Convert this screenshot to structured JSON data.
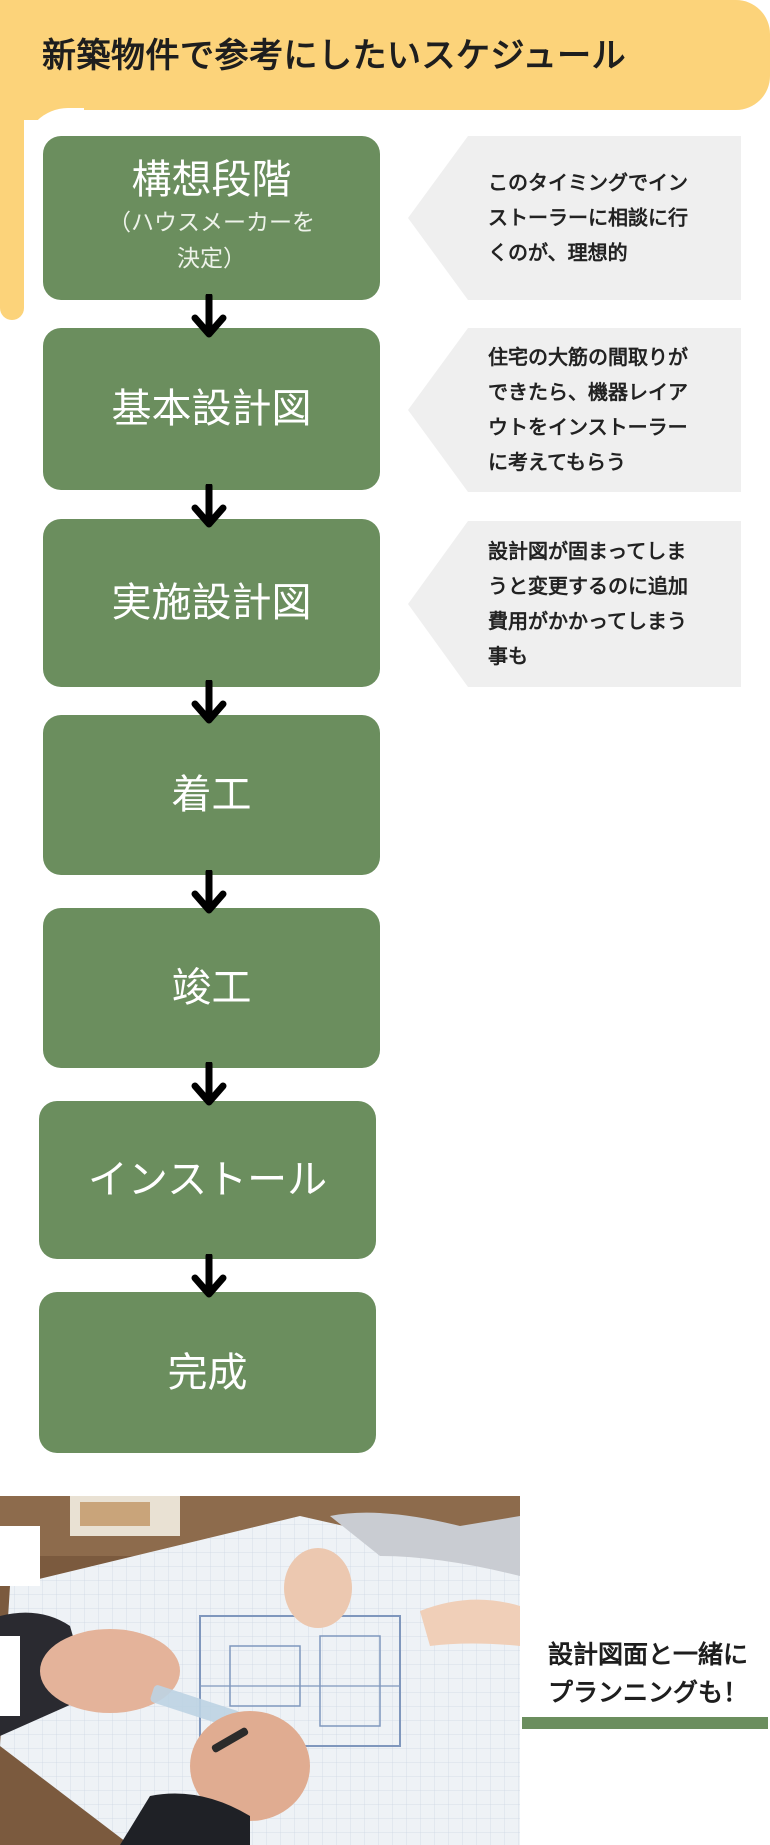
{
  "page_title": "新築物件で参考にしたいスケジュール",
  "colors": {
    "title_band": "#fcd37a",
    "step_green": "#6b8e5e",
    "note_gray": "#efefef"
  },
  "steps": [
    {
      "title": "構想段階",
      "sub": "（ハウスメーカーを\n決定）"
    },
    {
      "title": "基本設計図"
    },
    {
      "title": "実施設計図"
    },
    {
      "title": "着工"
    },
    {
      "title": "竣工"
    },
    {
      "title": "インストール"
    },
    {
      "title": "完成"
    }
  ],
  "notes": [
    "このタイミングでイン\nストーラーに相談に行\nくのが、理想的",
    "住宅の大筋の間取りが\nできたら、機器レイア\nウトをインストーラー\nに考えてもらう",
    "設計図が固まってしま\nうと変更するのに追加\n費用がかかってしまう\n事も"
  ],
  "photo": {
    "icon": "blueprint-meeting-photo"
  },
  "caption": "設計図面と一緒に\nプランニングも！"
}
